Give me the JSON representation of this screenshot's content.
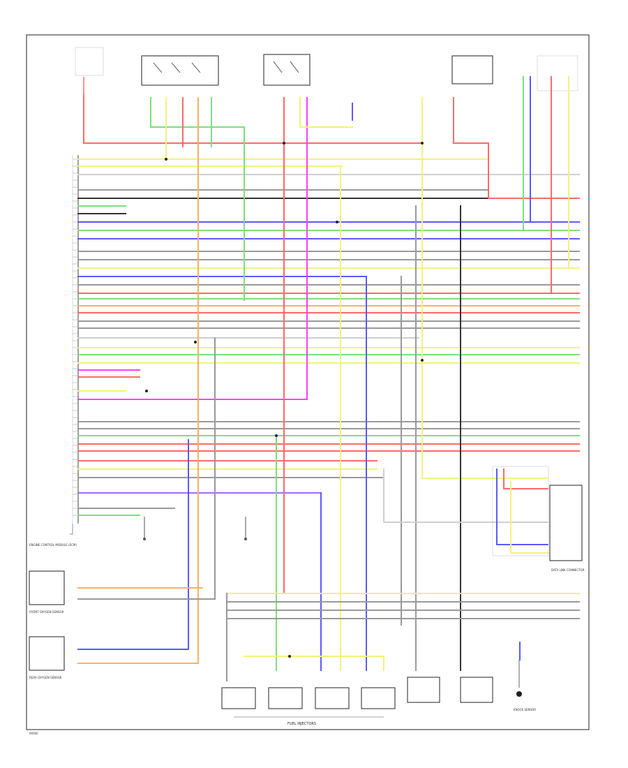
{
  "diagram": {
    "footer_code": "00000",
    "bottom_label": "FUEL INJECTORS",
    "left_labels": {
      "lbl1": "ENGINE CONTROL MODULE (ECM)",
      "lbl2": "FRONT OXYGEN SENSOR",
      "lbl3": "REAR OXYGEN SENSOR"
    },
    "right_labels": {
      "r1": "DATA LINK CONNECTOR",
      "r2": "KNOCK SENSOR"
    },
    "colors": {
      "red": "#ff6a6a",
      "yellow": "#f2f27a",
      "green": "#7be07b",
      "blue": "#5a5aff",
      "magenta": "#ff40ff",
      "orange": "#ffb060",
      "gray": "#9a9a9a",
      "black": "#333333",
      "lightgray": "#cfcfcf",
      "violet": "#9f6cff"
    }
  }
}
